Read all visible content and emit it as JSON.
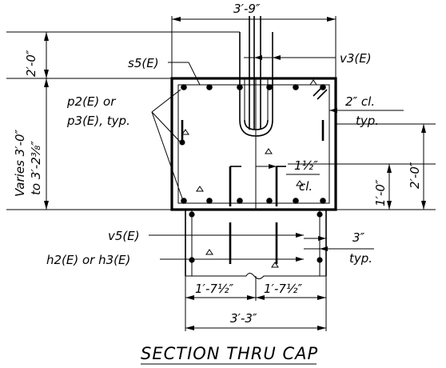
{
  "dimensions": {
    "top_width": "3′-9″",
    "upper_height": "2′-0″",
    "cap_varies_line1": "Varies 3′-0″",
    "cap_varies_line2": "to 3′-2⅜″",
    "right_cap_height": "2′-0″",
    "right_inner_height": "1′-0″",
    "clear_top": "2″ cl.",
    "clear_top_typ": "typ.",
    "clear_inner": "1½″",
    "clear_inner_cl": "cl.",
    "clear_bottom": "3″",
    "clear_bottom_typ": "typ.",
    "half_left": "1′-7½″",
    "half_right": "1′-7½″",
    "bottom_width": "3′-3″"
  },
  "labels": {
    "s5": "s5(E)",
    "v3": "v3(E)",
    "p2_line1": "p2(E) or",
    "p2_line2": "p3(E), typ.",
    "v5": "v5(E)",
    "h2": "h2(E) or h3(E)"
  },
  "title": "SECTION THRU CAP"
}
